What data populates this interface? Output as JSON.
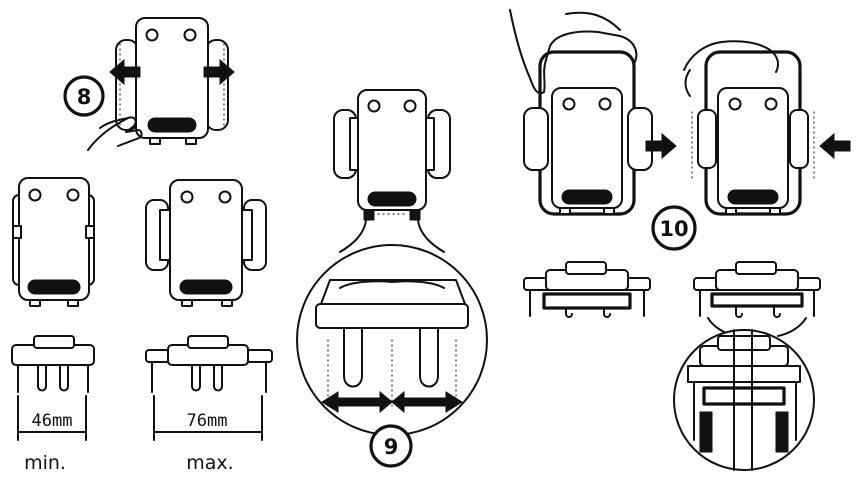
{
  "steps": [
    {
      "number": "8"
    },
    {
      "number": "9"
    },
    {
      "number": "10"
    }
  ],
  "dimensions": {
    "min_width": "46mm",
    "min_label": "min.",
    "max_width": "76mm",
    "max_label": "max."
  }
}
